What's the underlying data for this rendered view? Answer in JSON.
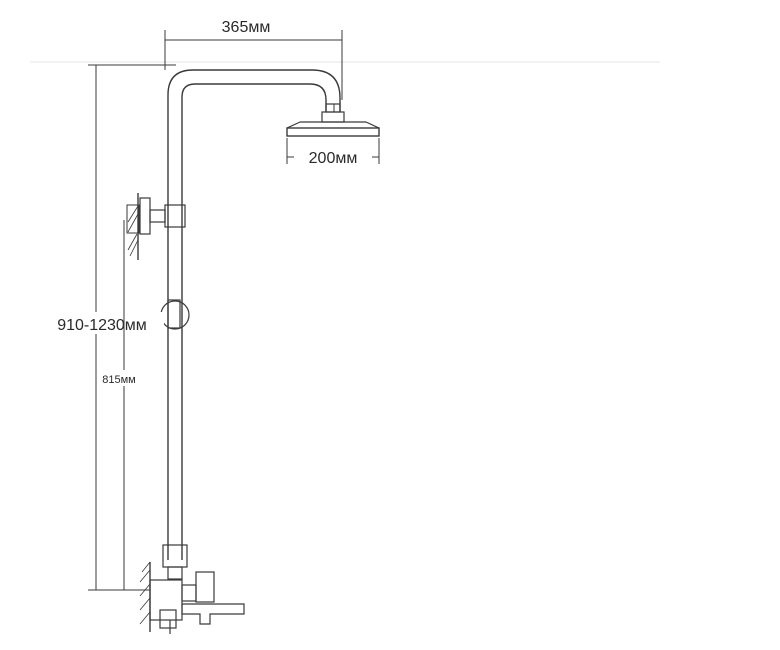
{
  "dimensions": {
    "top_width": "365мм",
    "head_diameter": "200мм",
    "adjustable_height": "910-1230мм",
    "mixer_to_bracket": "815мм"
  },
  "colors": {
    "line": "#3a3a3a",
    "text": "#2a2a2a",
    "background": "#ffffff"
  }
}
